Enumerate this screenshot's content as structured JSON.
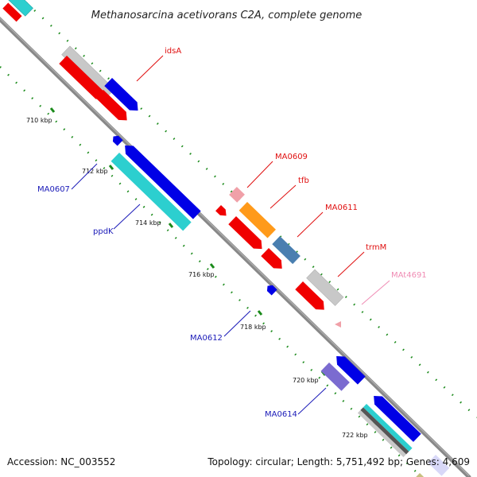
{
  "title": "Methanosarcina acetivorans C2A, complete genome",
  "footer": {
    "accession": "Accession: NC_003552",
    "stats": "Topology: circular; Length: 5,751,492 bp; Genes: 4,609"
  },
  "ticks": [
    "710 kbp",
    "712 kbp",
    "714 kbp",
    "716 kbp",
    "718 kbp",
    "720 kbp",
    "722 kbp"
  ],
  "gene_labels": [
    {
      "text": "idsA",
      "color": "#e01010"
    },
    {
      "text": "MA0609",
      "color": "#e01010"
    },
    {
      "text": "tfb",
      "color": "#e01010"
    },
    {
      "text": "MA0611",
      "color": "#e01010"
    },
    {
      "text": "trmM",
      "color": "#e01010"
    },
    {
      "text": "MAt4691",
      "color": "#f08cb4"
    },
    {
      "text": "MA0607",
      "color": "#1a1ab8"
    },
    {
      "text": "ppdK",
      "color": "#1a1ab8"
    },
    {
      "text": "MA0612",
      "color": "#1a1ab8"
    },
    {
      "text": "MA0614",
      "color": "#1a1ab8"
    }
  ],
  "colors": {
    "red": "#f00000",
    "blue": "#0000e6",
    "cyan": "#2ccfcf",
    "gray": "#c8c8c8",
    "orange": "#ff9a1a",
    "steelblue": "#4a7fb0",
    "violet": "#7b6bd0",
    "pink": "#f0a0a8",
    "green": "#1a8a1a",
    "olive": "#c8c080"
  }
}
